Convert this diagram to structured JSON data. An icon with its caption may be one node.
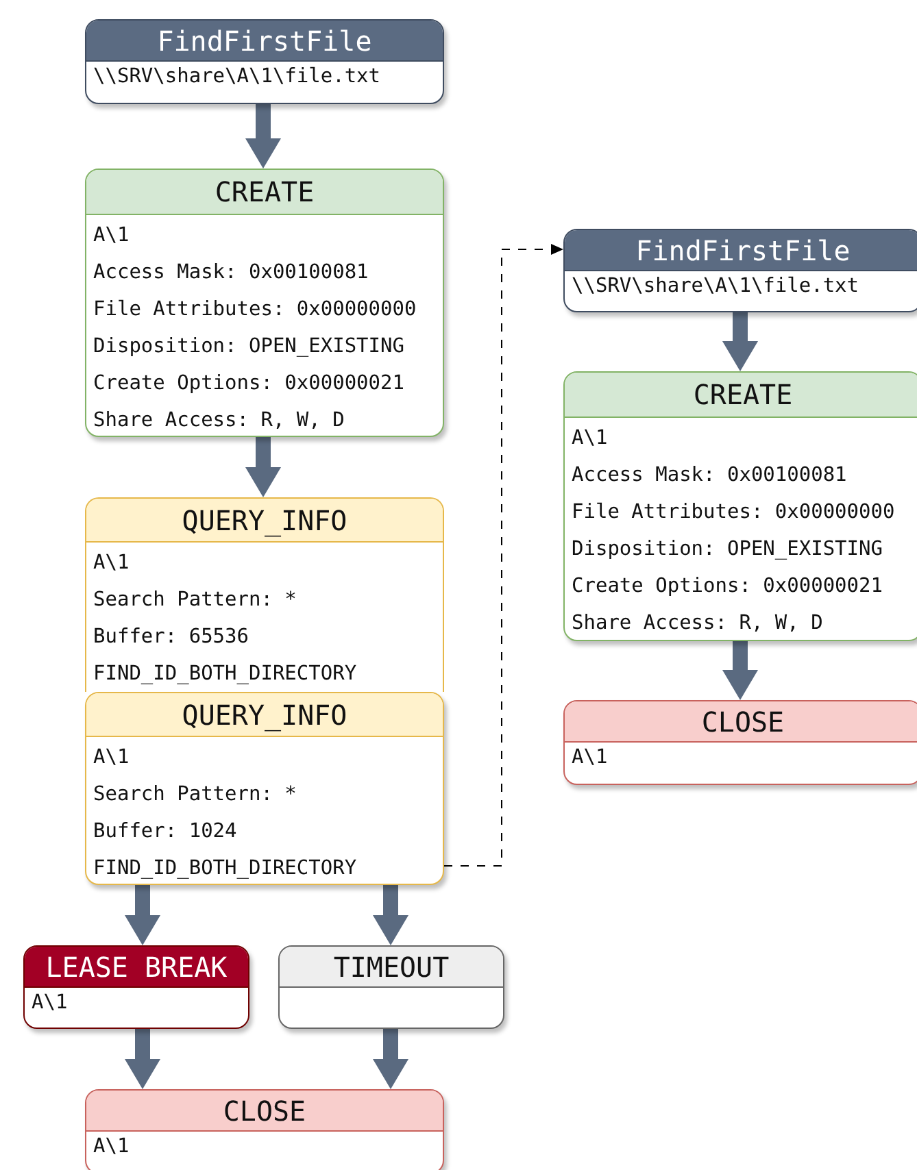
{
  "diagram": {
    "nodes": [
      {
        "text": [
          "FindFirstFile",
          "\\\\SRV\\share\\A\\1\\file.txt"
        ]
      },
      {
        "text": [
          "CREATE",
          "A\\1",
          "Access Mask: 0x00100081",
          "File Attributes: 0x00000000",
          "Disposition: OPEN_EXISTING",
          "Create Options: 0x00000021",
          "Share Access: R, W, D"
        ]
      },
      {
        "text": [
          "QUERY_INFO",
          "A\\1",
          "Search Pattern: *",
          "Buffer: 65536",
          "FIND_ID_BOTH_DIRECTORY"
        ]
      },
      {
        "text": [
          "QUERY_INFO",
          "A\\1",
          "Search Pattern: *",
          "Buffer: 1024",
          "FIND_ID_BOTH_DIRECTORY"
        ]
      },
      {
        "text": [
          "LEASE BREAK",
          "A\\1"
        ]
      },
      {
        "text": [
          "TIMEOUT"
        ]
      },
      {
        "text": [
          "CLOSE",
          "A\\1"
        ]
      },
      {
        "text": [
          "FindFirstFile",
          "\\\\SRV\\share\\A\\1\\file.txt"
        ]
      },
      {
        "text": [
          "CREATE",
          "A\\1",
          "Access Mask: 0x00100081",
          "File Attributes: 0x00000000",
          "Disposition: OPEN_EXISTING",
          "Create Options: 0x00000021",
          "Share Access: R, W, D"
        ]
      },
      {
        "text": [
          "CLOSE",
          "A\\1"
        ]
      }
    ],
    "edges": [
      {
        "from": 0,
        "to": 1,
        "arrow": "to"
      },
      {
        "from": 1,
        "to": 2,
        "arrow": "to"
      },
      {
        "from": 3,
        "to": 4,
        "arrow": "to"
      },
      {
        "from": 3,
        "to": 5,
        "arrow": "to"
      },
      {
        "from": 4,
        "to": 6,
        "arrow": "to"
      },
      {
        "from": 5,
        "to": 6,
        "arrow": "to"
      },
      {
        "from": 3,
        "to": 7,
        "arrow": "to",
        "style": "dashed",
        "color": "#000000"
      },
      {
        "from": 7,
        "to": 8,
        "arrow": "to"
      },
      {
        "from": 8,
        "to": 9,
        "arrow": "to"
      }
    ]
  }
}
